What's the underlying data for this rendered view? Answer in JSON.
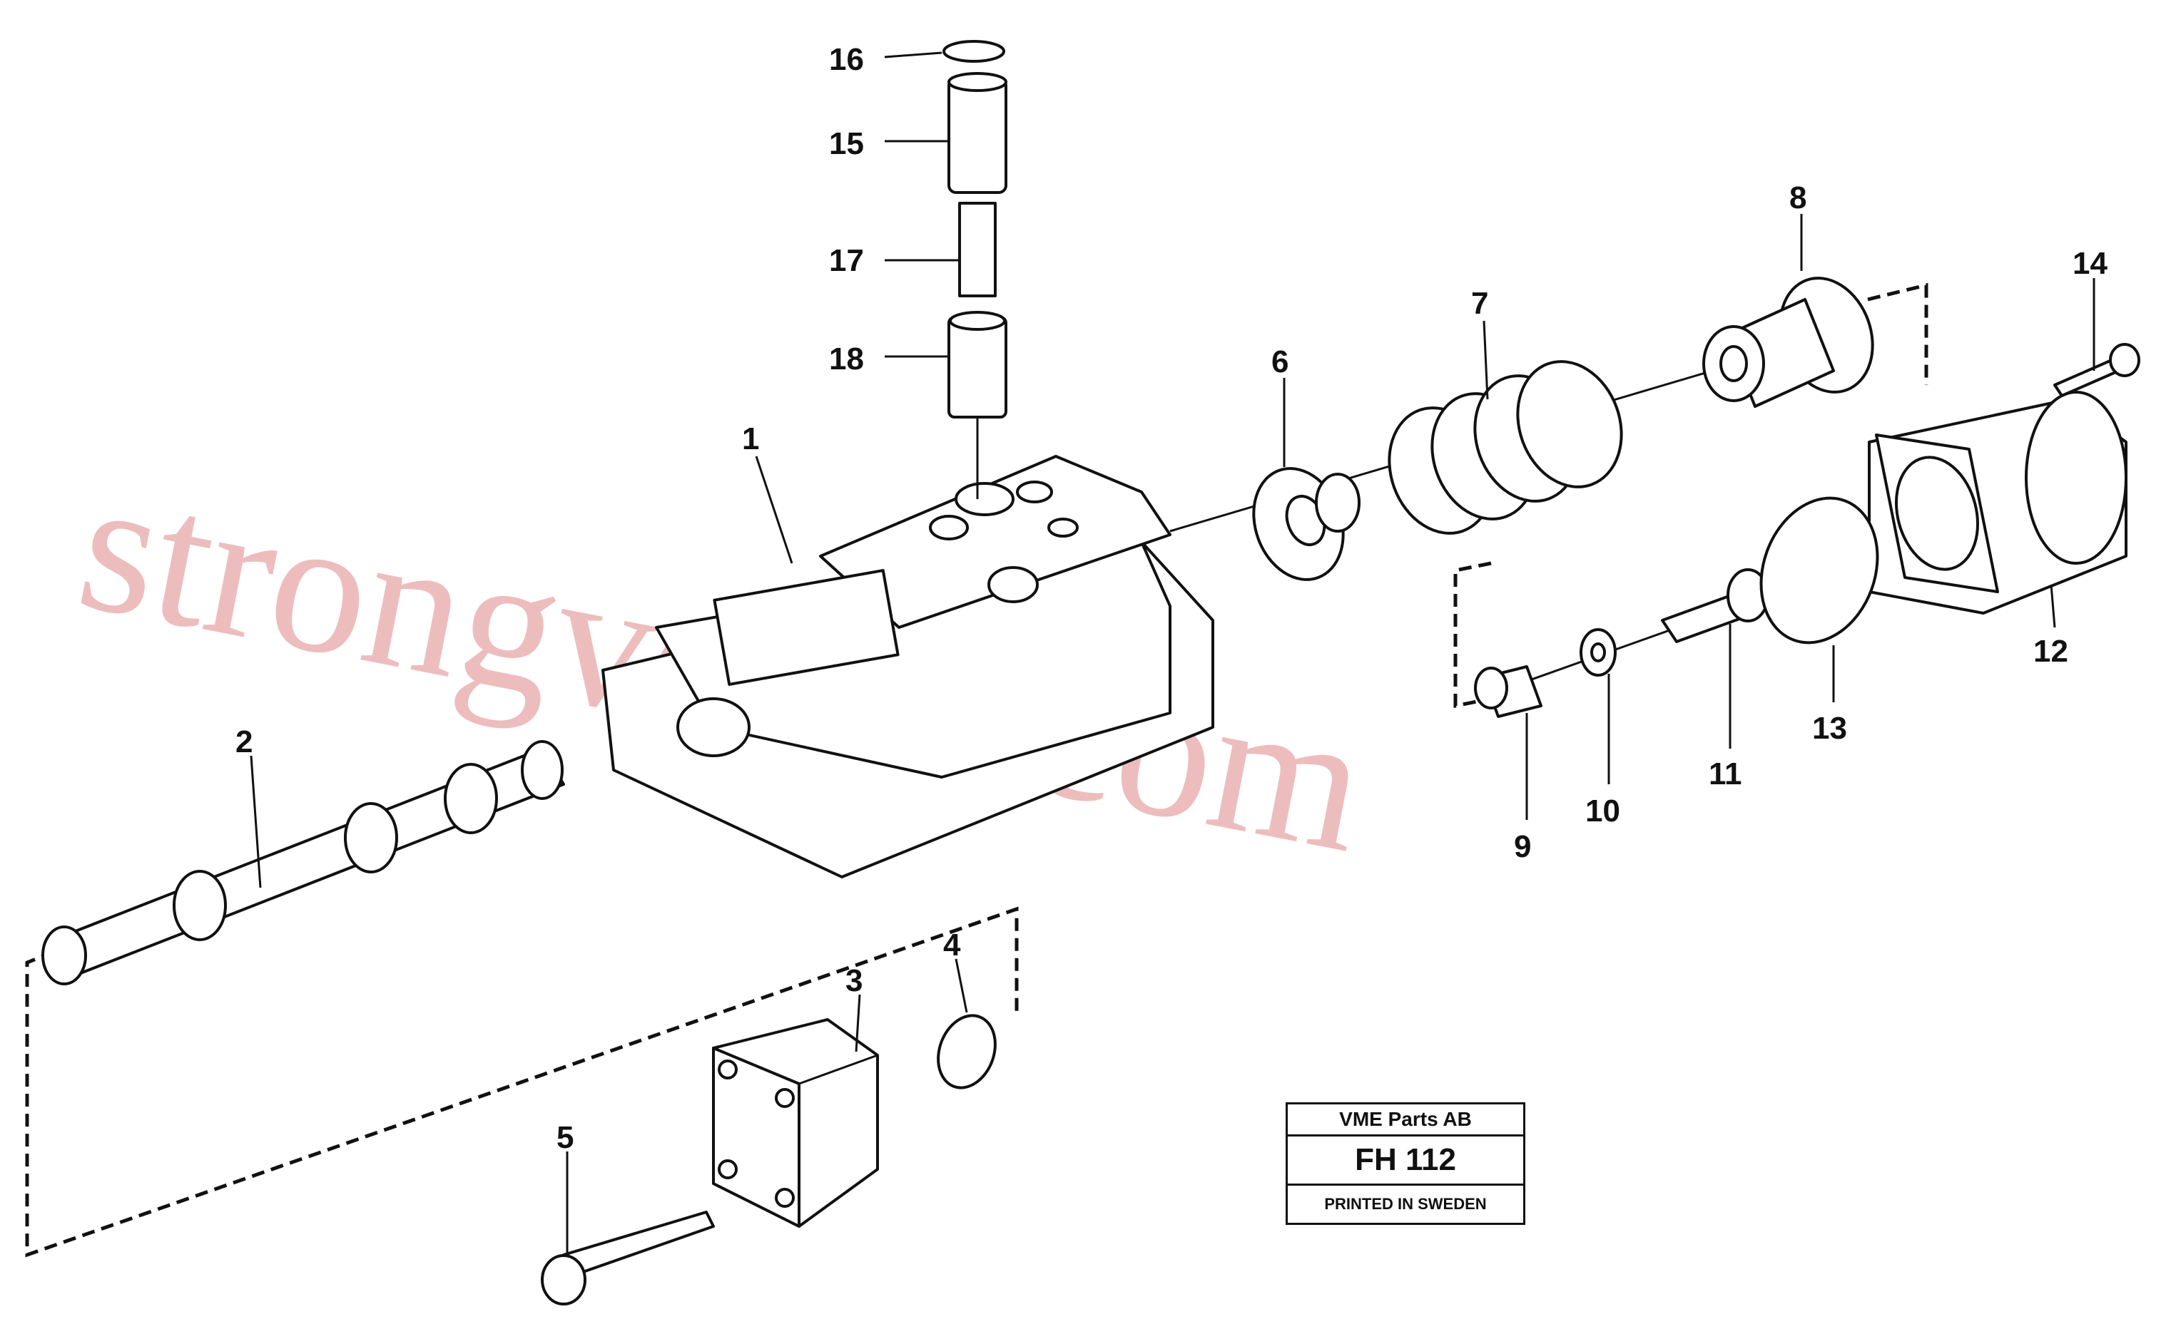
{
  "diagram": {
    "callouts": [
      "1",
      "2",
      "3",
      "4",
      "5",
      "6",
      "7",
      "8",
      "9",
      "10",
      "11",
      "12",
      "13",
      "14",
      "15",
      "16",
      "17",
      "18"
    ],
    "watermark": "strongvolvo.com"
  },
  "title_block": {
    "company": "VME Parts AB",
    "code": "FH 112",
    "printed": "PRINTED IN SWEDEN"
  }
}
